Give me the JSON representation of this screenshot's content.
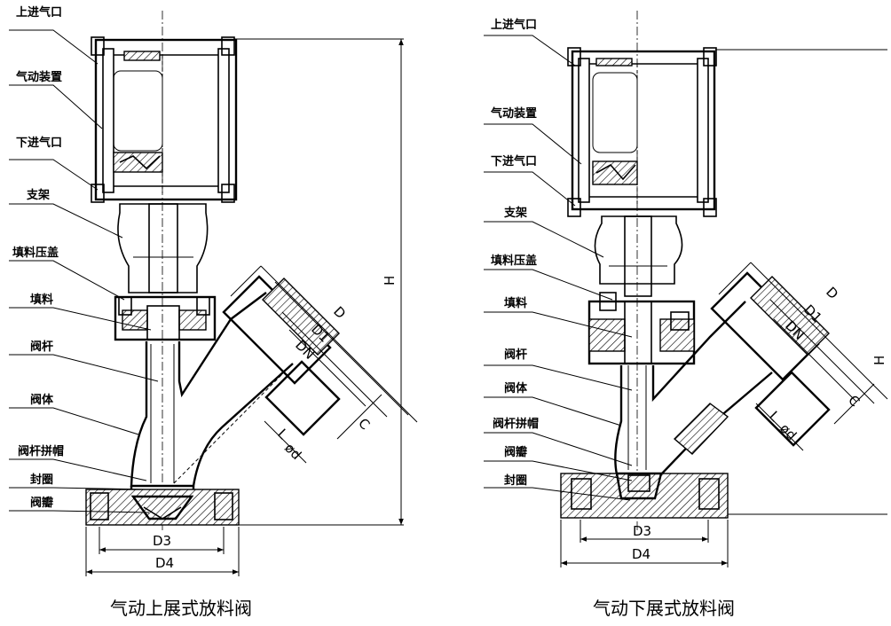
{
  "left": {
    "labels": [
      "上进气口",
      "气动装置",
      "下进气口",
      "支架",
      "填料压盖",
      "填料",
      "阀杆",
      "阀体",
      "阀杆拼帽",
      "封圈",
      "阀瓣"
    ],
    "dims": {
      "D": "D",
      "D1": "D1",
      "DN": "DN",
      "C": "C",
      "d": "ød",
      "L": "L",
      "H": "H",
      "D3": "D3",
      "D4": "D4"
    },
    "caption": "气动上展式放料阀"
  },
  "right": {
    "labels": [
      "上进气口",
      "气动装置",
      "下进气口",
      "支架",
      "填料压盖",
      "填料",
      "阀杆",
      "阀体",
      "阀杆拼帽",
      "阀瓣",
      "封圈"
    ],
    "dims": {
      "D": "D",
      "D1": "D1",
      "DN": "DN",
      "C": "C",
      "d": "ød",
      "L": "L",
      "H": "H",
      "D3": "D3",
      "D4": "D4"
    },
    "caption": "气动下展式放料阀"
  }
}
